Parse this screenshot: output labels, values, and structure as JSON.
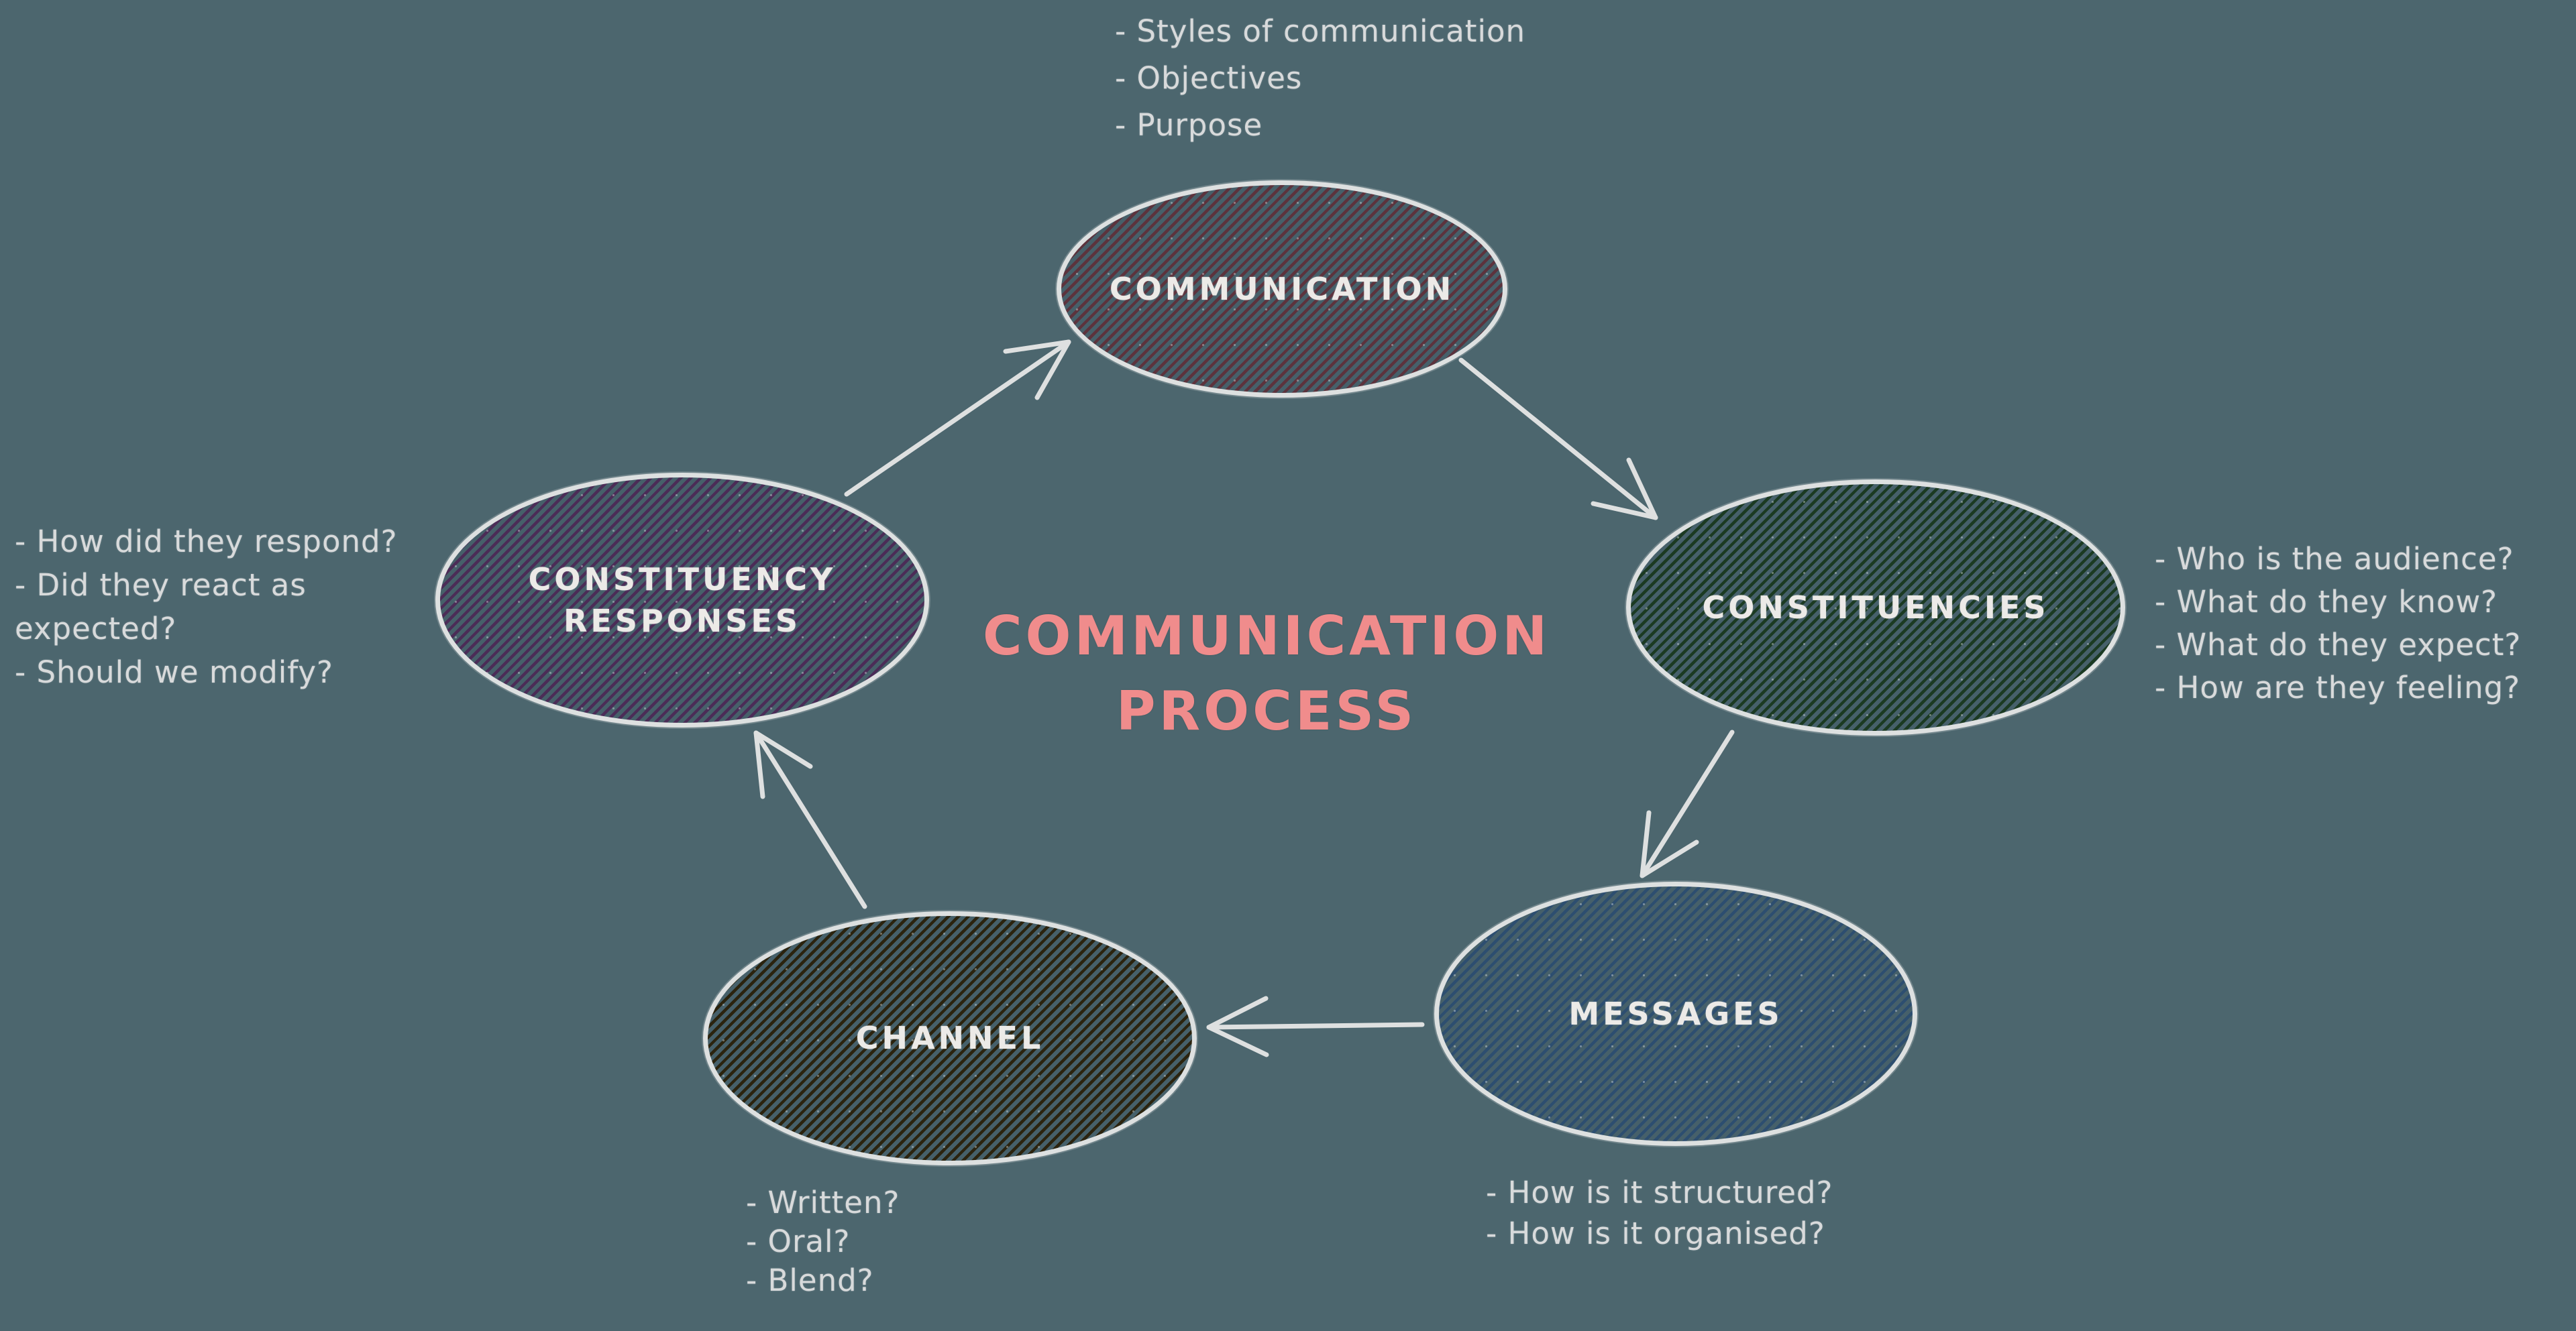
{
  "canvas": {
    "background_color": "#4c666e"
  },
  "title": {
    "text": "COMMUNICATION PROCESS",
    "line1": "COMMUNICATION",
    "line2": "PROCESS",
    "color": "#f08c8c"
  },
  "stroke_color": "#dee0e0",
  "note_text_color": "#d8dadb",
  "nodes": [
    {
      "id": "communication",
      "label": "COMMUNICATION",
      "hatch_color": "#5c333d",
      "notes": [
        "- Styles of communication",
        "- Objectives",
        "- Purpose"
      ]
    },
    {
      "id": "constituencies",
      "label": "CONSTITUENCIES",
      "hatch_color": "#1b3a22",
      "notes": [
        "- Who is the audience?",
        "- What do they know?",
        "- What do they expect?",
        "- How are they feeling?"
      ]
    },
    {
      "id": "messages",
      "label": "MESSAGES",
      "hatch_color": "#2d4e70",
      "notes": [
        "- How is it structured?",
        "- How is it organised?"
      ]
    },
    {
      "id": "channel",
      "label": "CHANNEL",
      "hatch_color": "#2b230e",
      "notes": [
        "- Written?",
        "- Oral?",
        "- Blend?"
      ]
    },
    {
      "id": "constituency-responses",
      "label": "CONSTITUENCY RESPONSES",
      "hatch_color": "#4b2c57",
      "notes": [
        "- How did they respond?",
        "- Did they react as",
        "expected?",
        "- Should we modify?"
      ]
    }
  ],
  "arrows": [
    {
      "name": "arrow-constituency-responses-to-communication",
      "from": "constituency-responses",
      "to": "communication"
    },
    {
      "name": "arrow-communication-to-constituencies",
      "from": "communication",
      "to": "constituencies"
    },
    {
      "name": "arrow-constituencies-to-messages",
      "from": "constituencies",
      "to": "messages"
    },
    {
      "name": "arrow-messages-to-channel",
      "from": "messages",
      "to": "channel"
    },
    {
      "name": "arrow-channel-to-constituency-responses",
      "from": "channel",
      "to": "constituency-responses"
    }
  ]
}
